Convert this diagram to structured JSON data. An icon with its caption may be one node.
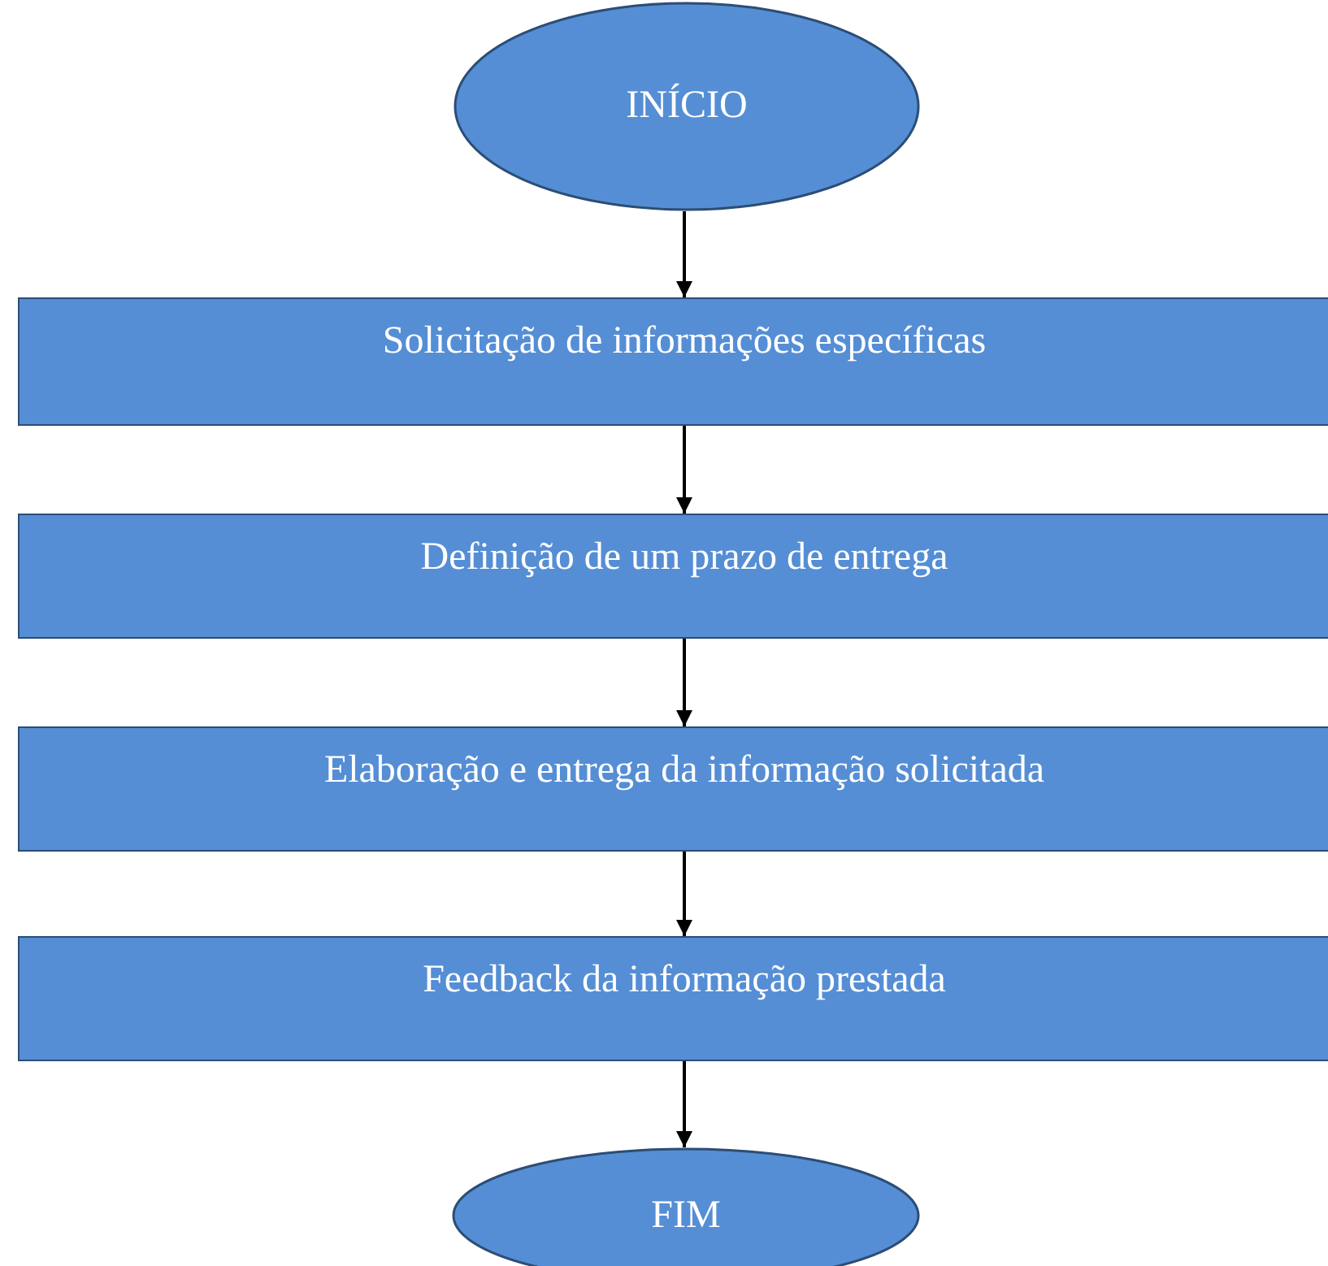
{
  "diagram": {
    "nodes": [
      {
        "text": [
          "INÍCIO"
        ]
      },
      {
        "text": [
          "Solicitação de informações específicas"
        ]
      },
      {
        "text": [
          "Definição de um prazo de entrega"
        ]
      },
      {
        "text": [
          "Elaboração e entrega da informação solicitada"
        ]
      },
      {
        "text": [
          "Feedback da informação prestada"
        ]
      },
      {
        "text": [
          "FIM"
        ]
      }
    ],
    "edges": [
      {
        "from": 0,
        "to": 1,
        "arrow": "to"
      },
      {
        "from": 1,
        "to": 2,
        "arrow": "to"
      },
      {
        "from": 2,
        "to": 3,
        "arrow": "to"
      },
      {
        "from": 3,
        "to": 4,
        "arrow": "to"
      },
      {
        "from": 4,
        "to": 5,
        "arrow": "to"
      }
    ]
  }
}
